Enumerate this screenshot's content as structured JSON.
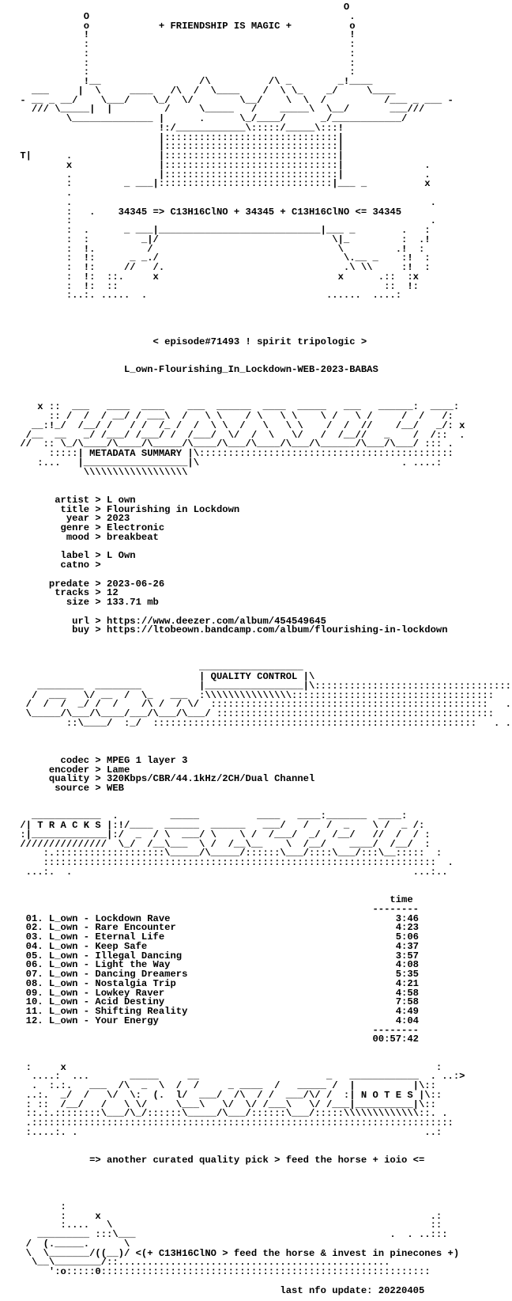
{
  "document": {
    "lines": [
      "                                                         O",
      "            O                                             .",
      "            o            + FRIENDSHIP IS MAGIC +          o",
      "            !                                             !",
      "            :                                             :",
      "            :                                             :",
      "            :                                             :",
      "            :                                             :",
      "            !__                 /\\          /\\ _        _!____",
      "   ___     |  \\     ____   /\\  /  \\____    /  \\ \\_    _/     \\____",
      " - __ _ __/    \\___/    \\_/  \\/        \\__/    \\  \\  /          /___ _ ___ -",
      "   /// \\_____|  |         /     \\_____   /    _____\\  \\__/       ___///",
      "         \\______________ |      .      \\_/____/      _/____________/",
      "                         !:/____________\\:::::/_____\\:::!",
      "                         |::::::::::::::::::::::::::::::|",
      "                         |::::::::::::::::::::::::::::::|",
      " T|      .               |::::::::::::::::::::::::::::::|",
      "         x               |::::::::::::::::::::::::::::::|              .",
      "         .               |::::::::::::::::::::::::::::::|              .",
      "         :         _ ___|::::::::::::::::::::::::::::::|___ _          x",
      "         .",
      "         .                                                              .",
      "         :   .    34345 => C13H16ClNO + 34345 + C13H16ClNO <= 34345",
      "         :                                                              .",
      "         :  .      _ ___|____________________________|___ _        .   :",
      "         :  :         _|/                              \\|_         :  .!",
      "         :  !.         /                                \\         .!  :",
      "         :  !:      _ _./                                \\.__ _    :!  :",
      "         :  !:     //   /.                               .\\ \\\\     :!  :",
      "         :  !:  ::.     x                               x      .::  :x",
      "         :  !:  ::                                              ::  !:",
      "         :..:. .....  .                               ......  ....:",
      "",
      "",
      "",
      "",
      "                        < episode#71493 ! spirit tripologic >",
      "",
      "",
      "                   L_own-Flourishing_In_Lockdown-WEB-2023-BABAS",
      "",
      "",
      "",
      "    x ::  ___   ____  ____    ___  ______  ____  _____   ___   ______:  ____:",
      "      :: /  /  / __/ / ___\\  /   \\ \\    / \\   \\ \\    \\ /   \\ /     /  /   /:",
      "   __:!_/  /__/ /   / /  /_ /  /  \\ \\  /   \\   \\ \\    /  /  //    /__/   _/: x",
      "  /__  __   _/ /___/ /___/ /  /___/  \\/  /  \\   \\/   /  /__//   _    /  /::  .",
      " //  :: \\_/\\____/\\____/\\_____/\\____/\\___/\\____/\\___/\\______/\\___/\\___/ ::: .",
      "      :::::| METADATA SUMMARY |\\::::::::::::::::::::::::::::::::::::::::::::",
      "    :...   |__________________|\\                                   . ....:",
      "            \\\\\\\\\\\\\\\\\\\\\\\\\\\\\\\\\\\\",
      "",
      "",
      "       artist > L own",
      "        title > Flourishing in Lockdown",
      "         year > 2023",
      "        genre > Electronic",
      "         mood > breakbeat",
      "",
      "        label > L Own",
      "        catno >",
      "",
      "      predate > 2023-06-26",
      "       tracks > 12",
      "         size > 133.71 mb",
      "",
      "          url > https://www.deezer.com/album/454549645",
      "          buy > https://ltobeown.bandcamp.com/album/flourishing-in-lockdown",
      "",
      "",
      "",
      "                                __________________",
      "                                | QUALITY CONTROL |\\",
      "    ________  ________          |_________________|\\:::::::::::::::::::::::::::::::::::",
      "   /  ___   \\/ __  /  \\_   ___  :\\\\\\\\\\\\\\\\\\\\\\\\\\\\\\:::::::::::::::::::::::::::::::::::",
      "  /  /  /  _/ /  /    /\\ /  / \\/  ::::::::::::::::::::::::::::::::::::::::::::::::   .",
      "  \\_____/\\___/\\____/___/\\___/\\___/ ::::::::::::::::::::::::::::::::::::::::::::::::",
      "         ::\\____/  :_/  ::::::::::::::::::::::::::::::::::::::::::::::::::::::::   . .:",
      "",
      "",
      "",
      "        codec > MPEG 1 layer 3",
      "      encoder > Lame",
      "      quality > 320Kbps/CBR/44.1kHz/2CH/Dual Channel",
      "       source > WEB",
      "",
      "",
      "   ____________  .         _____          ____   ____:_______  ____:",
      " /| T R A C K S |:!/____  ______  ______   ___/   /   /  _    \\ /  _ /:",
      " :|_____________|:/  _  / \\  ___/ \\    \\ /  /___/  _/  /__/   //  /  / :",
      " ///////////////  \\_/  /__\\___  \\ /  /__\\__    \\  /__/    ____/  /__/  :",
      "     :.:::::::::::::::::::\\_____/\\_____/::::::\\___/::::\\___/:::\\__:::::  :",
      "     ::::::::::::::::::::::::::::::::::::::::::::::::::::::::::::::::::::  .",
      "  ...:.  .                                                           ...:..",
      "",
      "",
      "                                                                 time",
      "                                                              --------",
      "  01. L_own - Lockdown Rave                                       3:46",
      "  02. L_own - Rare Encounter                                      4:23",
      "  03. L_own - Eternal Life                                        5:06",
      "  04. L_own - Keep Safe                                           4:37",
      "  05. L_own - Illegal Dancing                                     3:57",
      "  06. L_own - Light the Way                                       4:08",
      "  07. L_own - Dancing Dreamers                                    5:35",
      "  08. L_own - Nostalgia Trip                                      4:21",
      "  09. L_own - Lowkey Raver                                        4:58",
      "  10. L_own - Acid Destiny                                        7:58",
      "  11. L_own - Shifting Reality                                    4:49",
      "  12. L_own - Your Energy                                         4:04",
      "                                                              --------",
      "                                                              00:57:42",
      "",
      "",
      "  :     x                                                                :",
      "   ....:  ...       _____     __                      _   ____________  . ..:>",
      "   .  :.:.   ___  /\\  _  \\  /  /     _ ____  /   _____ /  |          |\\::",
      "  ..:.  _/  /   \\/  \\:  (.  l/  ___/  /\\  / /  ___/\\/ /  :| N O T E S |\\::",
      "  : ::  /__/   /   \\ \\/     \\___\\   \\/  \\/ /___\\   \\/ /___|__________|\\::",
      "  ::.:.::::::::\\___/\\_/::::::\\_____/\\___/::::::\\___/:::::\\\\\\\\\\\\\\\\\\\\\\\\\\::. .",
      "  .:::::::::::::::::::::::::::::::::::::::::::::::::::::::::::::::::::::::::",
      "  :....:. .                                                            ..:",
      "",
      "",
      "             => another curated quality pick > feed the horse + ioio <=",
      "",
      "",
      "",
      "",
      "        :",
      "        :     x                                                         .:",
      "        :....   \\                                                       ::",
      "    _________ :::\\___                                            .  . ..:::",
      "  /  (._____.      \\",
      "  \\  \\_______/((__)/ <(+ C13H16ClNO > feed the horse & invest in pinecones +)",
      "   \\__\\________/::...............................................",
      "      ':o:::::0:::::::::::::::::::::::::::::::::::::::::::::::::::::::::",
      "",
      "                                              last nfo update: 20220405"
    ]
  }
}
